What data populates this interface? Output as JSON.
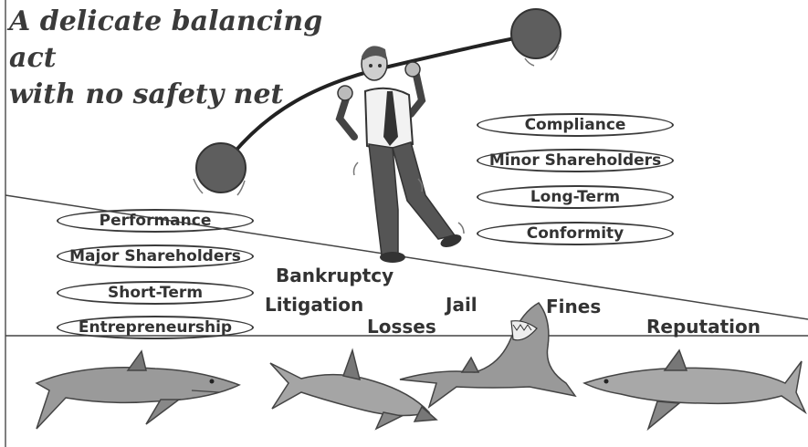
{
  "title": {
    "line1": "A delicate balancing act",
    "line2": "with no safety net"
  },
  "left_factors": [
    "Performance",
    "Major Shareholders",
    "Short-Term",
    "Entrepreneurship"
  ],
  "right_factors": [
    "Compliance",
    "Minor Shareholders",
    "Long-Term",
    "Conformity"
  ],
  "risks": {
    "bankruptcy": "Bankruptcy",
    "litigation": "Litigation",
    "losses": "Losses",
    "jail": "Jail",
    "fines": "Fines",
    "reputation": "Reputation"
  },
  "colors": {
    "ink": "#333333",
    "weight": "#5e5e5e",
    "shark": "#9a9a9a"
  }
}
